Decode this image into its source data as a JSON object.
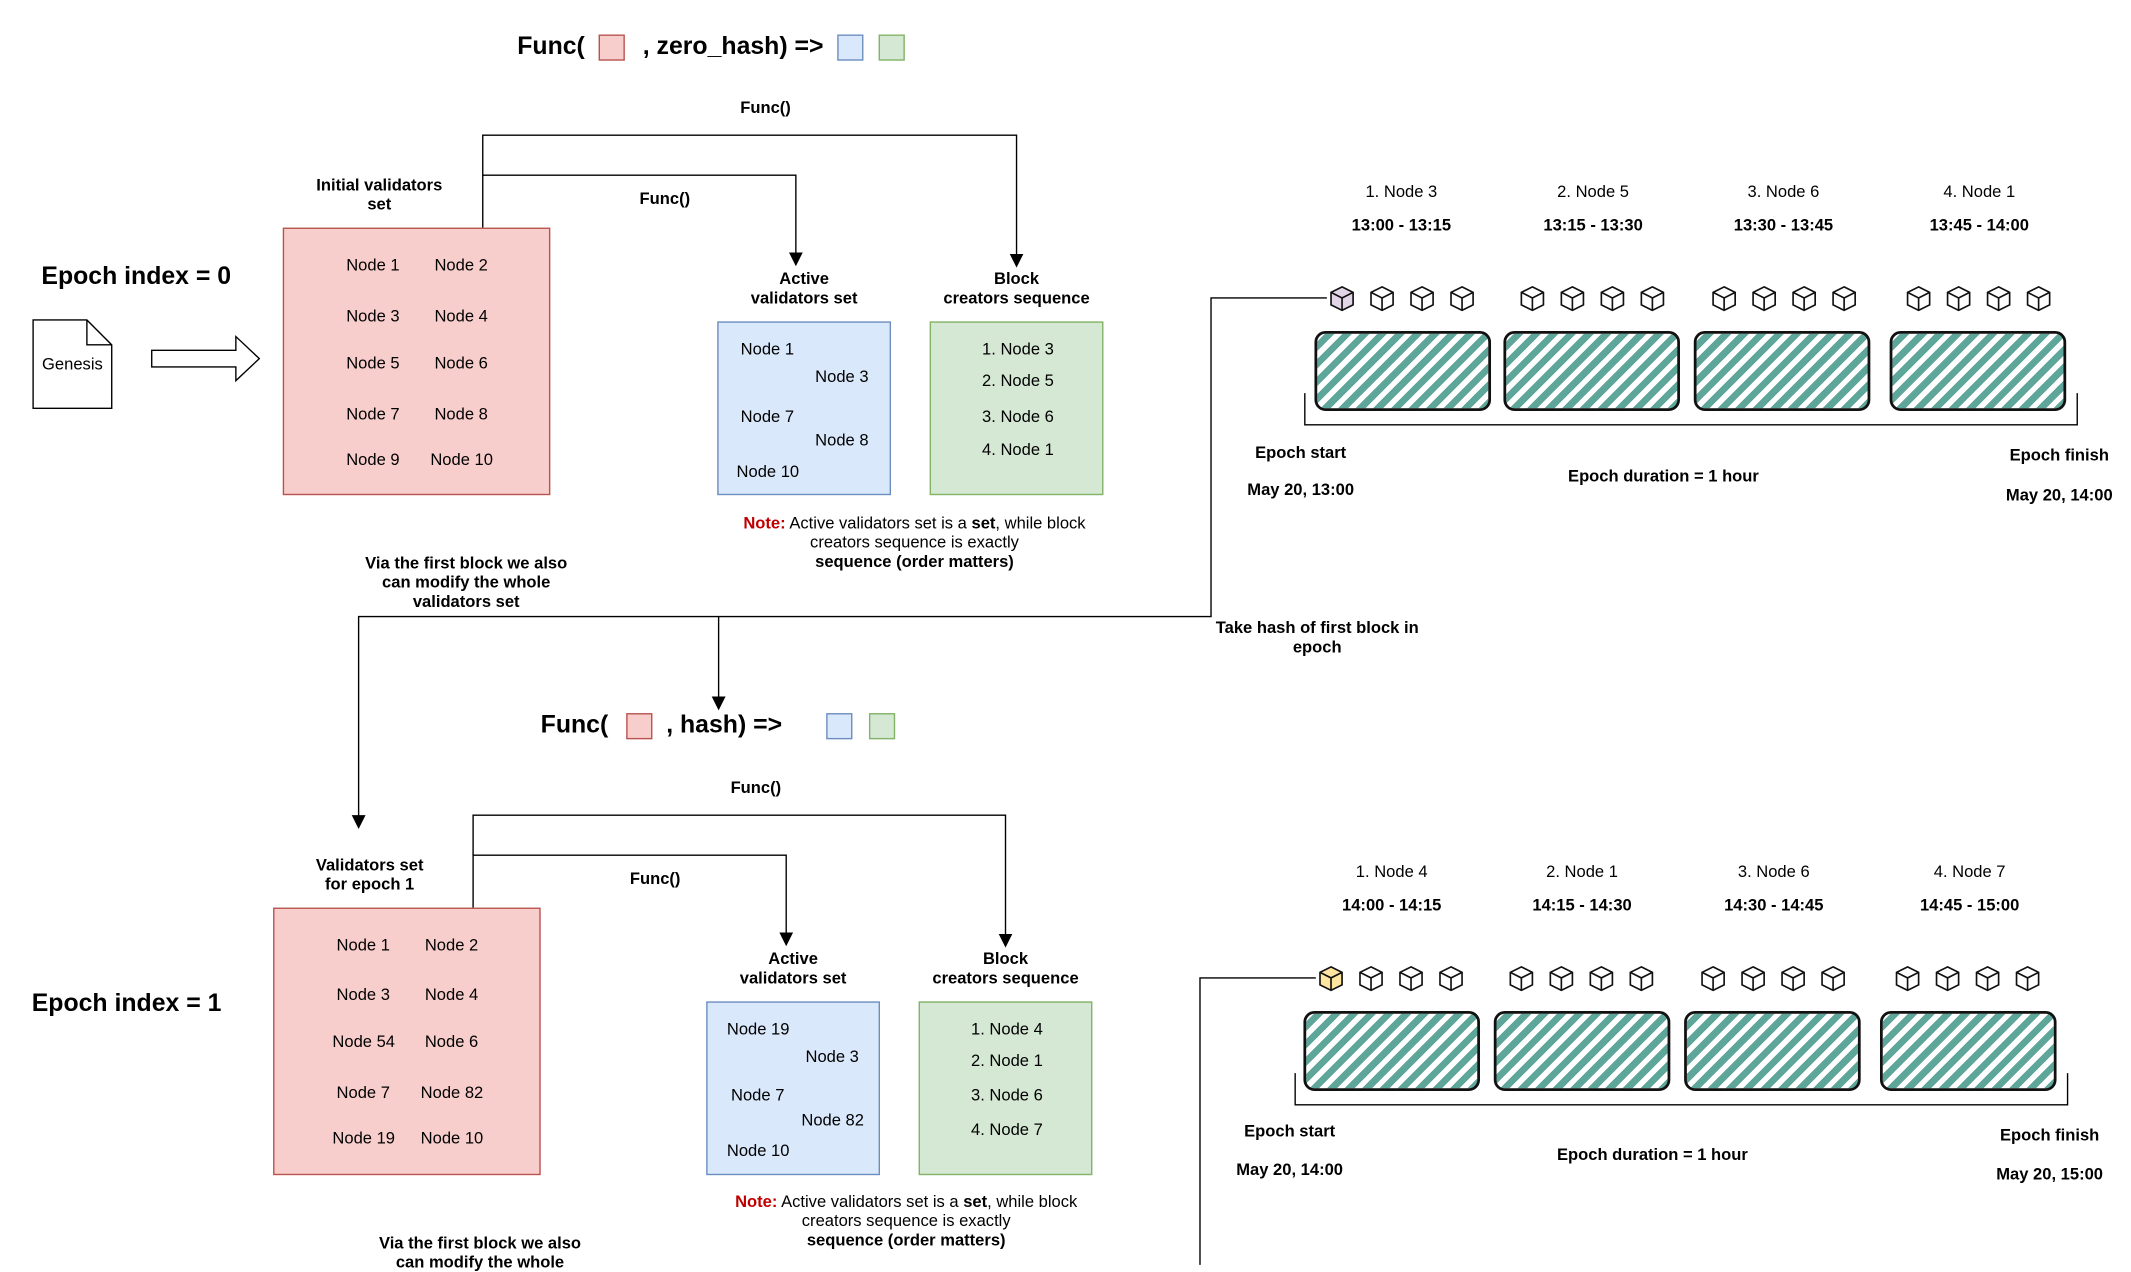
{
  "epoch0": {
    "epoch_label": "Epoch index = 0",
    "genesis_label": "Genesis",
    "func_head": {
      "prefix": "Func(",
      "middle": ", zero_hash) =>"
    },
    "func_outer": "Func()",
    "func_inner": "Func()",
    "validators_title": [
      "Initial validators",
      "set"
    ],
    "validators": [
      "Node 1",
      "Node 2",
      "Node 3",
      "Node 4",
      "Node 5",
      "Node 6",
      "Node 7",
      "Node 8",
      "Node 9",
      "Node 10"
    ],
    "active_title": [
      "Active",
      "validators set"
    ],
    "active": [
      "Node 1",
      "Node 3",
      "Node 7",
      "Node 8",
      "Node 10"
    ],
    "creators_title": [
      "Block",
      "creators sequence"
    ],
    "creators": [
      "1. Node 3",
      "2. Node 5",
      "3. Node 6",
      "4. Node 1"
    ],
    "note": {
      "label": "Note:",
      "t1": " Active validators set is a ",
      "b1": "set",
      "t2": ", while block creators sequence is exactly ",
      "b2": "sequence (order matters)"
    },
    "modify_text": [
      "Via the first block we also",
      "can modify the whole",
      "validators set"
    ],
    "hash_text": [
      "Take hash of first block in",
      "epoch"
    ],
    "timeline": {
      "slots": [
        {
          "node": "1. Node 3",
          "time": "13:00 - 13:15"
        },
        {
          "node": "2. Node 5",
          "time": "13:15 - 13:30"
        },
        {
          "node": "3. Node 6",
          "time": "13:30 - 13:45"
        },
        {
          "node": "4. Node 1",
          "time": "13:45 - 14:00"
        }
      ],
      "start_label": "Epoch start",
      "start_date": "May 20, 13:00",
      "duration": "Epoch duration = 1 hour",
      "finish_label": "Epoch finish",
      "finish_date": "May 20, 14:00",
      "first_block_color": "#e1d5e7"
    }
  },
  "epoch1": {
    "epoch_label": "Epoch index = 1",
    "func_head": {
      "prefix": "Func(",
      "middle": ", hash) =>"
    },
    "func_outer": "Func()",
    "func_inner": "Func()",
    "validators_title": [
      "Validators set",
      "for epoch 1"
    ],
    "validators": [
      "Node 1",
      "Node 2",
      "Node 3",
      "Node 4",
      "Node 54",
      "Node 6",
      "Node 7",
      "Node 82",
      "Node 19",
      "Node 10"
    ],
    "active_title": [
      "Active",
      "validators set"
    ],
    "active": [
      "Node 19",
      "Node 3",
      "Node 7",
      "Node 82",
      "Node 10"
    ],
    "creators_title": [
      "Block",
      "creators sequence"
    ],
    "creators": [
      "1. Node 4",
      "2. Node 1",
      "3. Node 6",
      "4. Node 7"
    ],
    "note": {
      "label": "Note:",
      "t1": " Active validators set is a ",
      "b1": "set",
      "t2": ", while block creators sequence is exactly ",
      "b2": "sequence (order matters)"
    },
    "modify_text": [
      "Via the first block we also",
      "can modify the whole"
    ],
    "timeline": {
      "slots": [
        {
          "node": "1. Node 4",
          "time": "14:00 - 14:15"
        },
        {
          "node": "2. Node 1",
          "time": "14:15 - 14:30"
        },
        {
          "node": "3. Node 6",
          "time": "14:30 - 14:45"
        },
        {
          "node": "4. Node 7",
          "time": "14:45 - 15:00"
        }
      ],
      "start_label": "Epoch start",
      "start_date": "May 20, 14:00",
      "duration": "Epoch duration = 1 hour",
      "finish_label": "Epoch finish",
      "finish_date": "May 20, 15:00",
      "first_block_color": "#ffe6a0"
    }
  }
}
